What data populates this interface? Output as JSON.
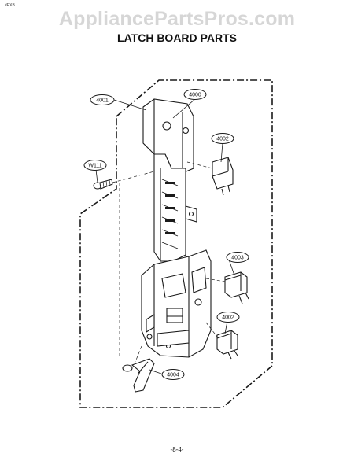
{
  "corner_mark": "#EXB",
  "watermark": "AppliancePartsPros.com",
  "title": "LATCH BOARD PARTS",
  "page_number": "-8-4-",
  "callouts": [
    "4001",
    "4000",
    "4002",
    "W111",
    "4003",
    "4002",
    "4004"
  ],
  "colors": {
    "line": "#1a1a1a",
    "watermark": "#d6d6d6",
    "background": "#ffffff"
  }
}
